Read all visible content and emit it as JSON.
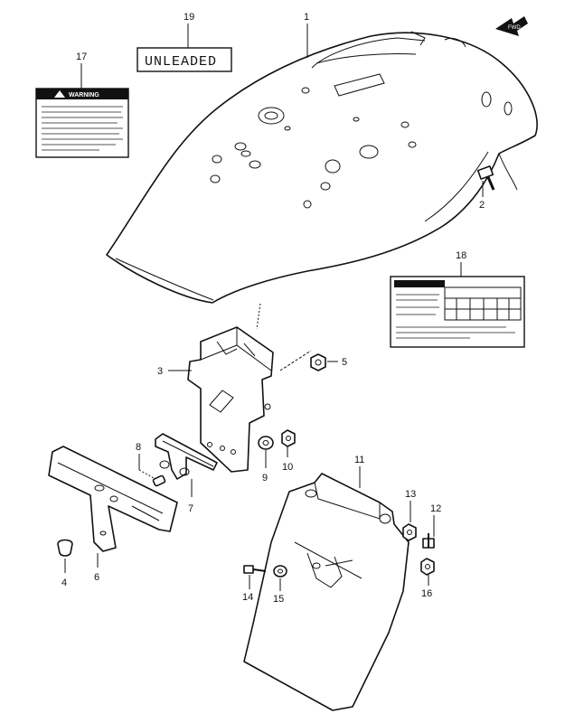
{
  "labels": {
    "unleaded": "UNLEADED",
    "warning": "WARNING"
  },
  "callouts": {
    "c1": "1",
    "c2": "2",
    "c3": "3",
    "c4": "4",
    "c5": "5",
    "c6": "6",
    "c7": "7",
    "c8": "8",
    "c9": "9",
    "c10": "10",
    "c11": "11",
    "c12": "12",
    "c13": "13",
    "c14": "14",
    "c15": "15",
    "c16": "16",
    "c17": "17",
    "c18": "18",
    "c19": "19"
  },
  "icons": {
    "front_arrow": "front-direction-arrow-icon"
  }
}
